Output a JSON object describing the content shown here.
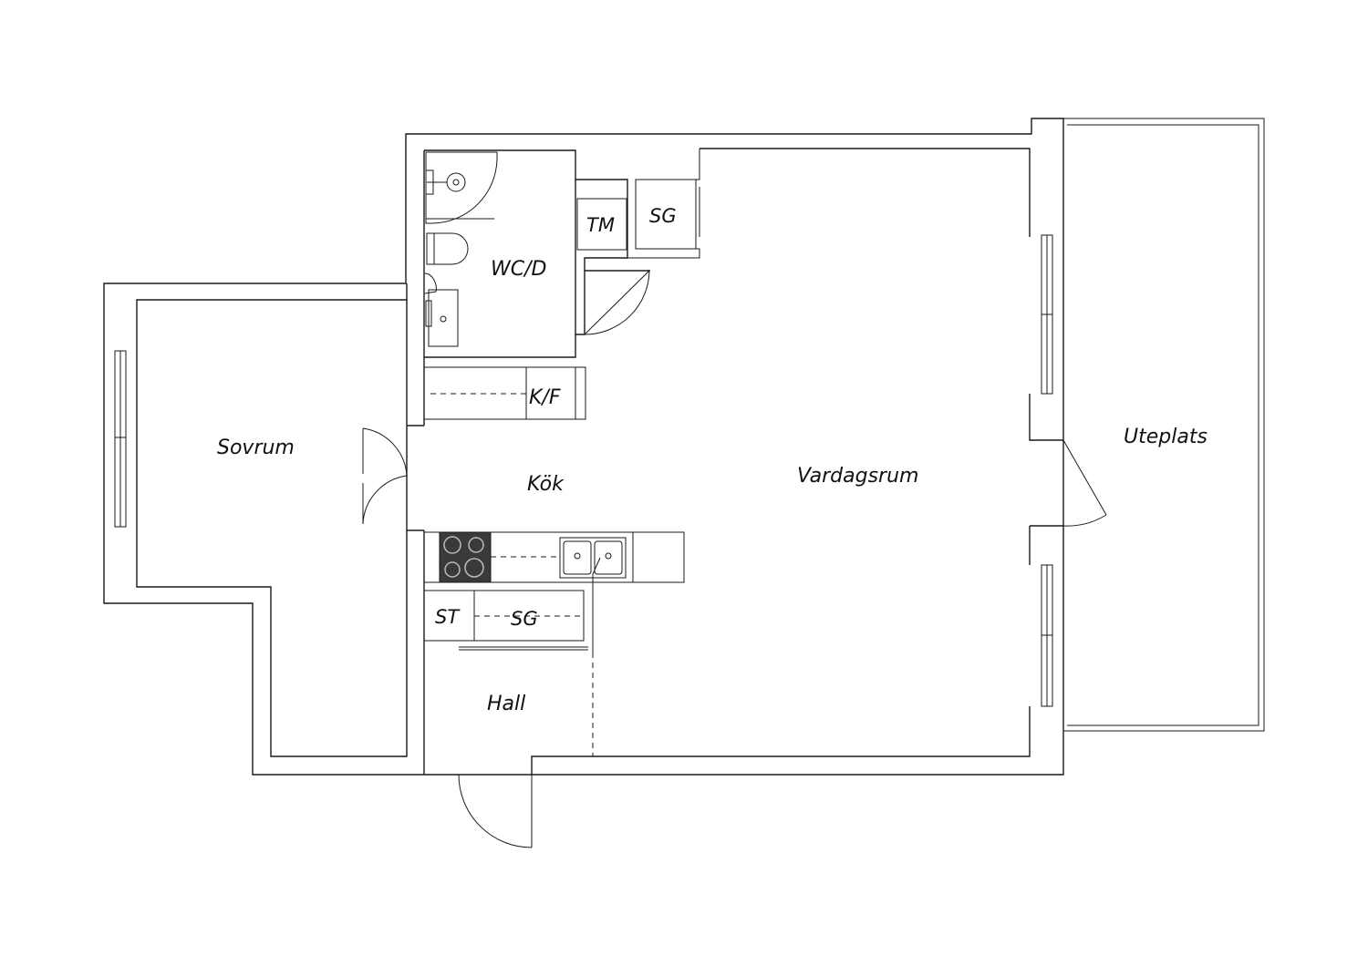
{
  "rooms": {
    "wcd": "WC/D",
    "tm": "TM",
    "sg_top": "SG",
    "kf": "K/F",
    "sovrum": "Sovrum",
    "kok": "Kök",
    "vardagsrum": "Vardagsrum",
    "uteplats": "Uteplats",
    "st": "ST",
    "sg_bottom": "SG",
    "hall": "Hall"
  },
  "icons": {
    "shower": "shower-icon",
    "toilet": "toilet-icon",
    "washbasin": "washbasin-icon",
    "stove": "stove-icon",
    "sink": "kitchen-sink-icon"
  },
  "colors": {
    "line": "#1a1a1a",
    "stove": "#3a3a3a",
    "background": "#ffffff"
  }
}
